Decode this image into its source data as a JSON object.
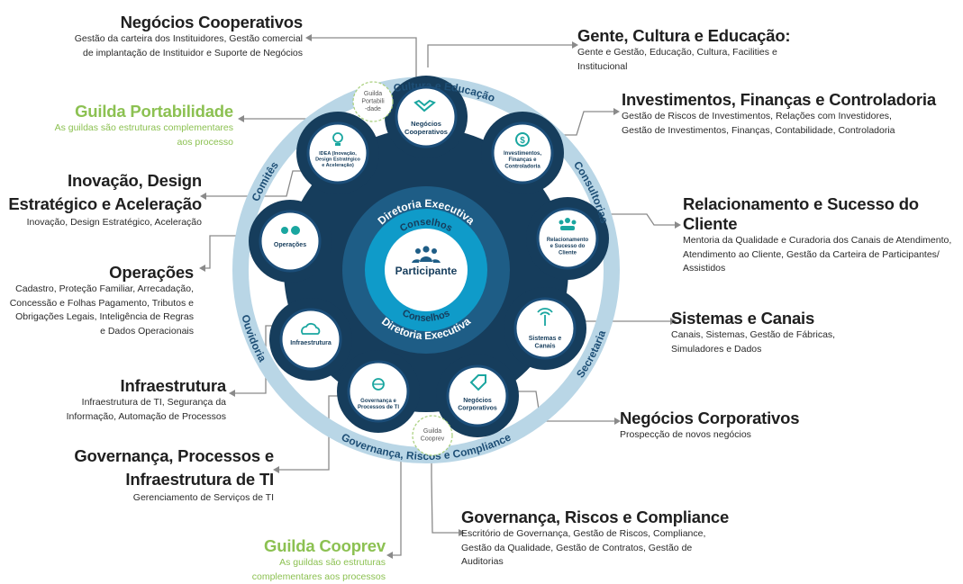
{
  "center": {
    "label": "Participante",
    "inner_ring_top": "Conselhos",
    "inner_ring_bottom": "Conselhos",
    "outer_ring_top": "Diretoria Executiva",
    "outer_ring_bottom": "Diretoria Executiva"
  },
  "outer_ring": {
    "top": "Gente, Cultura e Educação",
    "left": "Comitês",
    "right": "Consultorias",
    "left_lower": "Ouvidoria",
    "right_lower": "Secretaria",
    "bottom": "Governança, Riscos e Compliance"
  },
  "nodes": {
    "negocios_cooperativos": "Negócios|Cooperativos",
    "investimentos": "Investimentos,|Finanças e|Controladoria",
    "relacionamento": "Relacionamento|e Sucesso do|Cliente",
    "sistemas": "Sistemas e|Canais",
    "negocios_corporativos": "Negócios|Corporativos",
    "governanca": "Governança e|Processos de TI",
    "infraestrutura": "Infraestrutura",
    "operacoes": "Operações",
    "idea": "IDEA (Inovação,|Design Estratégico|e Aceleração)"
  },
  "guilds": {
    "portabilidade": "Guilda|Portabili|-dade",
    "cooprev": "Guilda|Cooprev"
  },
  "blocks": {
    "negocios_cooperativos": {
      "title": "Negócios Cooperativos",
      "desc1": "Gestão da carteira dos Instituidores, Gestão comercial",
      "desc2": "de implantação de Instituidor e Suporte de Negócios"
    },
    "gente": {
      "title": "Gente, Cultura e Educação:",
      "desc1": "Gente e Gestão, Educação, Cultura, Facilities e",
      "desc2": "Institucional"
    },
    "guilda_portabilidade": {
      "title": "Guilda Portabilidade",
      "desc1": "As guildas são estruturas complementares",
      "desc2": "aos processo"
    },
    "investimentos": {
      "title": "Investimentos, Finanças e Controladoria",
      "desc1": "Gestão de Riscos de Investimentos, Relações com Investidores,",
      "desc2": "Gestão de Investimentos, Finanças, Contabilidade, Controladoria"
    },
    "inovacao": {
      "title1": "Inovação, Design",
      "title2": "Estratégico e Aceleração",
      "desc1": "Inovação, Design Estratégico, Aceleração"
    },
    "relacionamento": {
      "title": "Relacionamento e Sucesso do Cliente",
      "desc1": "Mentoria da Qualidade e Curadoria dos Canais de Atendimento,",
      "desc2": "Atendimento ao Cliente, Gestão da Carteira de Participantes/",
      "desc3": "Assistidos"
    },
    "operacoes": {
      "title": "Operações",
      "desc1": "Cadastro, Proteção Familiar, Arrecadação,",
      "desc2": "Concessão e Folhas Pagamento, Tributos e",
      "desc3": "Obrigações Legais, Inteligência de Regras",
      "desc4": "e Dados Operacionais"
    },
    "sistemas": {
      "title": "Sistemas e Canais",
      "desc1": "Canais, Sistemas, Gestão de Fábricas,",
      "desc2": "Simuladores e Dados"
    },
    "infraestrutura": {
      "title": "Infraestrutura",
      "desc1": "Infraestrutura de TI, Segurança da",
      "desc2": "Informação, Automação de Processos"
    },
    "negocios_corporativos": {
      "title": "Negócios Corporativos",
      "desc1": "Prospecção de novos negócios"
    },
    "governanca_ti": {
      "title1": "Governança, Processos e",
      "title2": "Infraestrutura de TI",
      "desc1": "Gerenciamento de Serviços de TI"
    },
    "governanca_rc": {
      "title": "Governança, Riscos e Compliance",
      "desc1": "Escritório de Governança, Gestão de Riscos, Compliance,",
      "desc2": "Gestão da Qualidade, Gestão de Contratos, Gestão de",
      "desc3": "Auditorias"
    },
    "guilda_cooprev": {
      "title": "Guilda Cooprev",
      "desc1": "As guildas são estruturas",
      "desc2": "complementares aos processos"
    }
  },
  "colors": {
    "ring": "#b9d6e6",
    "gear": "#163d5c",
    "mid": "#1e5d86",
    "conselho": "#0f9bc9",
    "node_border": "#1b4d78",
    "green": "#8cc152",
    "teal": "#1aa6a0",
    "line": "#7a7a7a"
  }
}
